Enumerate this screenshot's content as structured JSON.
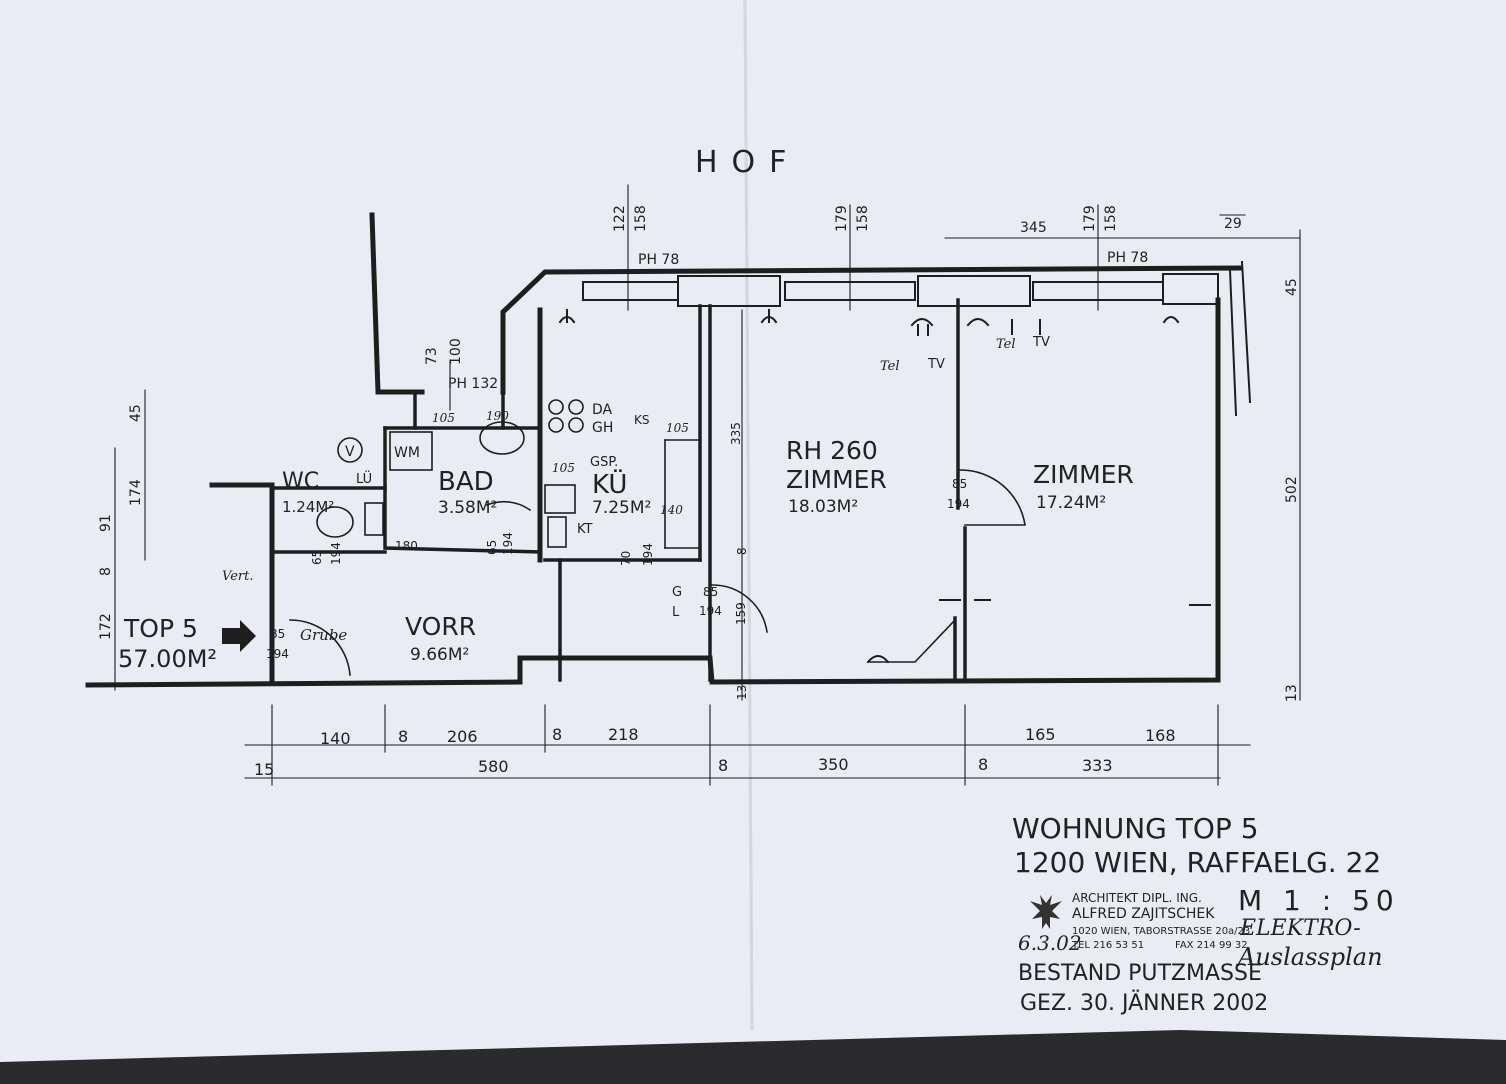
{
  "plan": {
    "courtyard_label": "HOF",
    "rooms": {
      "wc": {
        "name": "WC",
        "area": "1.24M²"
      },
      "bad": {
        "name": "BAD",
        "area": "3.58M²"
      },
      "kueche": {
        "name": "KÜ",
        "area": "7.25M²"
      },
      "zimmer1": {
        "prefix": "RH 260",
        "name": "ZIMMER",
        "area": "18.03M²"
      },
      "zimmer2": {
        "name": "ZIMMER",
        "area": "17.24M²"
      },
      "vorraum": {
        "name": "VORR",
        "area": "9.66M²"
      }
    },
    "unit": {
      "name": "TOP 5",
      "area": "57.00M²"
    },
    "fixtures": {
      "wm": "WM",
      "lue": "LÜ",
      "da": "DA",
      "gh": "GH",
      "ks": "KS",
      "gsp": "GSP.",
      "kt": "KT",
      "g": "G",
      "l": "L",
      "v": "V"
    },
    "parapets": {
      "ph_left": "PH 78",
      "ph_right": "PH 78",
      "ph_small": "PH 132"
    },
    "outlets": {
      "tel": "Tel",
      "tv": "TV"
    },
    "dims_top": [
      "122",
      "158",
      "179",
      "158",
      "345",
      "179",
      "158",
      "29"
    ],
    "dims_upper": [
      "73",
      "100"
    ],
    "dims_side_left": [
      "45",
      "174",
      "91",
      "8",
      "172"
    ],
    "dims_side_right": [
      "45",
      "502",
      "13"
    ],
    "dims_inner": [
      "105",
      "190",
      "105",
      "105",
      "140",
      "180",
      "65",
      "194",
      "65",
      "194",
      "70",
      "194",
      "85",
      "194",
      "85",
      "194",
      "85",
      "194",
      "335",
      "159",
      "13",
      "8"
    ],
    "dims_bottom_row1": [
      "140",
      "8",
      "206",
      "8",
      "218",
      "165",
      "168"
    ],
    "dims_bottom_row2": [
      "15",
      "580",
      "8",
      "350",
      "8",
      "333"
    ]
  },
  "title_block": {
    "line1": "WOHNUNG TOP 5",
    "line2": "1200 WIEN, RAFFAELG. 22",
    "architect": {
      "l1": "ARCHITEKT DIPL. ING.",
      "l2": "ALFRED ZAJITSCHEK",
      "l3": "1020 WIEN, TABORSTRASSE 20a/23",
      "tel": "TEL 216 53 51",
      "fax": "FAX 214 99 32"
    },
    "scale": "M 1 : 50",
    "status": "BESTAND PUTZMASSE",
    "drawn": "GEZ. 30. JÄNNER 2002"
  },
  "annotations": {
    "elektro": "ELEKTRO-",
    "plan": "Auslassplan",
    "date": "6.3.02",
    "vert": "Vert.",
    "gr": "Grube"
  }
}
